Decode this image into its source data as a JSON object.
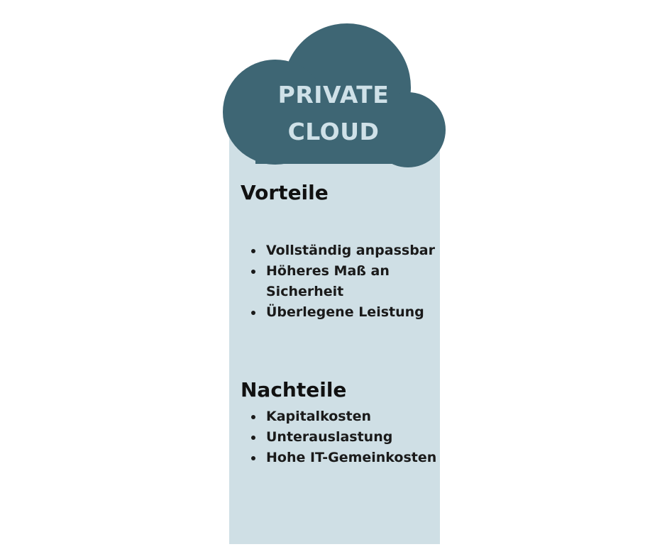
{
  "cloud": {
    "title_line1": "PRIVATE",
    "title_line2": "CLOUD",
    "color": "#3e6674",
    "text_color": "#cfe1e8"
  },
  "panel": {
    "color": "#cfdfe5"
  },
  "pros": {
    "heading": "Vorteile",
    "items": [
      "Vollständig anpassbar",
      "Höheres Maß an Sicherheit",
      "Überlegene Leistung"
    ]
  },
  "cons": {
    "heading": "Nachteile",
    "items": [
      "Kapitalkosten",
      "Unterauslastung",
      "Hohe IT-Gemeinkosten"
    ]
  }
}
